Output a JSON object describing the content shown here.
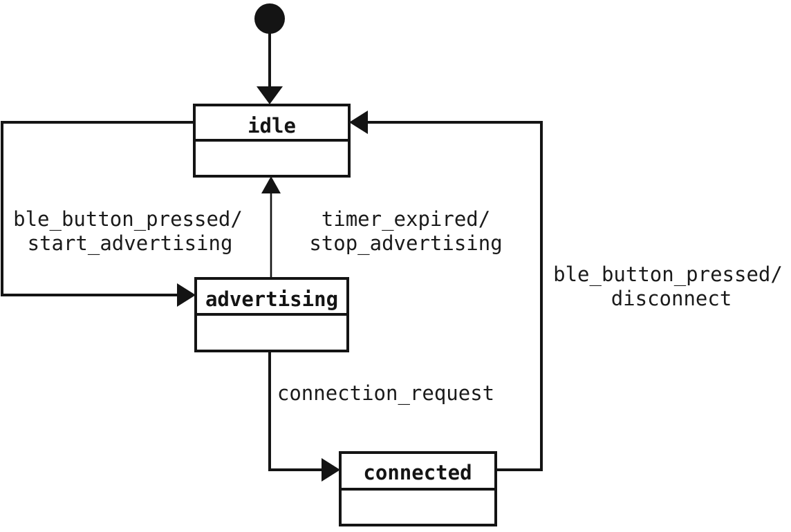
{
  "diagram_type": "uml-state-machine",
  "colors": {
    "line": "#141414",
    "background": "#ffffff",
    "state_fill": "#ffffff"
  },
  "initial_pseudostate": {
    "shape": "filled-circle"
  },
  "states": {
    "idle": {
      "label": "idle"
    },
    "advertising": {
      "label": "advertising"
    },
    "connected": {
      "label": "connected"
    }
  },
  "transitions": {
    "initial_to_idle": {
      "from": "initial",
      "to": "idle"
    },
    "idle_to_advertising": {
      "from": "idle",
      "to": "advertising",
      "event": "ble_button_pressed/",
      "action": "start_advertising"
    },
    "advertising_to_idle": {
      "from": "advertising",
      "to": "idle",
      "event": "timer_expired/",
      "action": "stop_advertising"
    },
    "advertising_to_connected": {
      "from": "advertising",
      "to": "connected",
      "event": "connection_request"
    },
    "connected_to_idle": {
      "from": "connected",
      "to": "idle",
      "event": "ble_button_pressed/",
      "action": "disconnect"
    }
  }
}
